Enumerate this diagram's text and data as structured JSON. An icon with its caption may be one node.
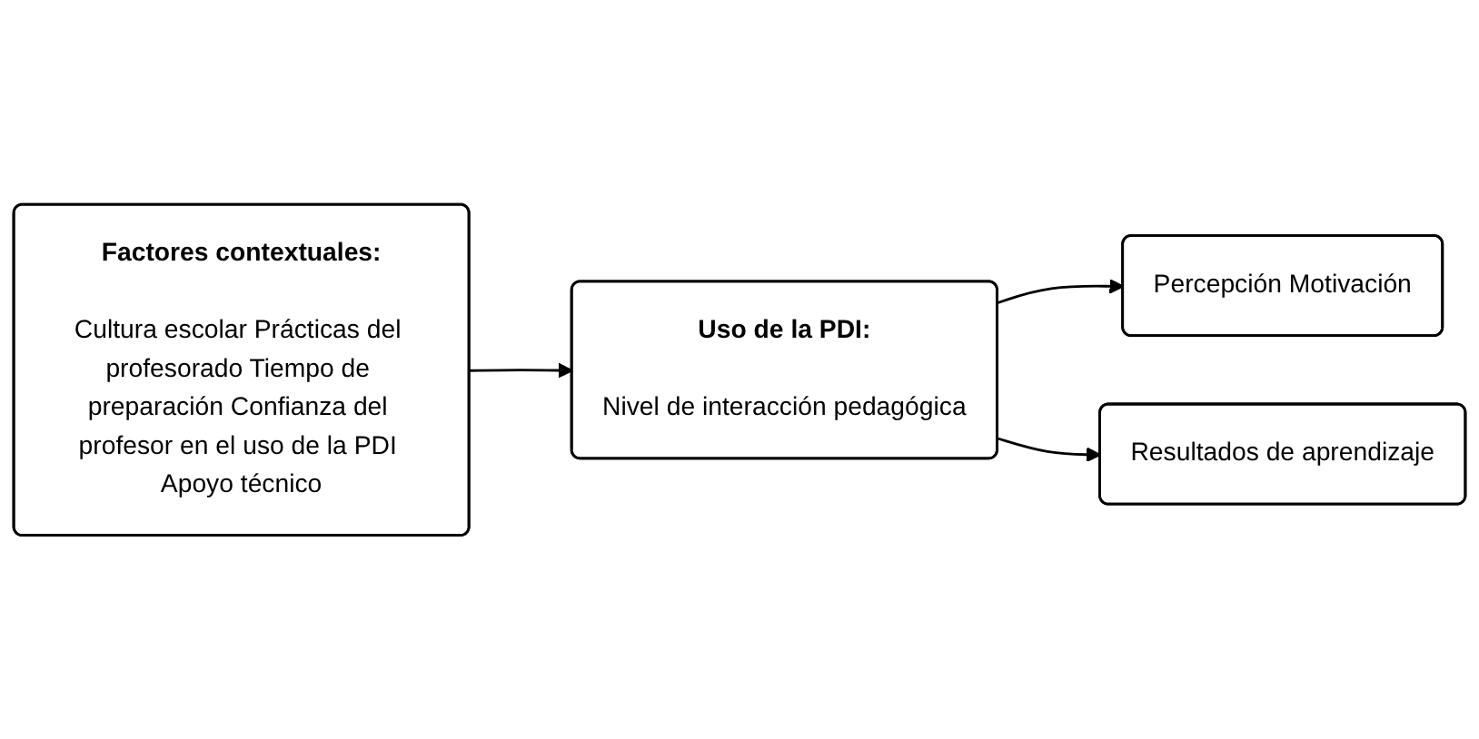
{
  "diagram": {
    "nodes": [
      {
        "text": [
          "Factores contextuales:",
          "Cultura escolar Prácticas del profesorado Tiempo de preparación Confianza del profesor en el uso de la PDI Apoyo técnico"
        ]
      },
      {
        "text": [
          "Uso de la PDI:",
          "Nivel de interacción pedagógica"
        ]
      },
      {
        "text": [
          "Percepción Motivación"
        ]
      },
      {
        "text": [
          "Resultados de aprendizaje"
        ]
      }
    ],
    "edges": [
      {
        "from": 0,
        "to": 1,
        "arrow": "to"
      },
      {
        "from": 1,
        "to": 2,
        "arrow": "to"
      },
      {
        "from": 1,
        "to": 3,
        "arrow": "to"
      }
    ]
  }
}
